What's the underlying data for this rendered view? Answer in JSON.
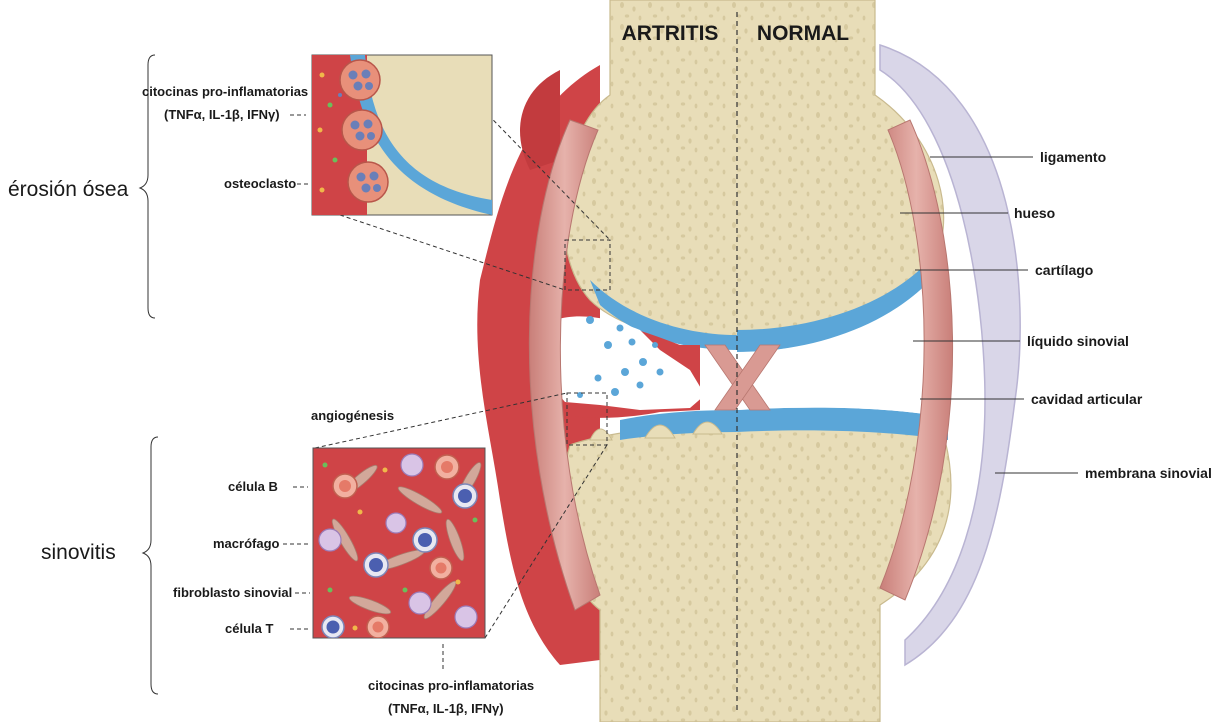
{
  "headers": {
    "left": "ARTRITIS",
    "right": "NORMAL"
  },
  "sections": {
    "erosion": "érosión ósea",
    "sinovitis": "sinovitis"
  },
  "top_inset": {
    "cytokines_line1": "citocinas pro-inflamatorias",
    "cytokines_line2": "(TNFα, IL-1β, IFNγ)",
    "osteoclast": "osteoclasto"
  },
  "bottom_inset": {
    "angiogenesis": "angiogénesis",
    "b_cell": "célula B",
    "macrophage": "macrófago",
    "fibroblast": "fibroblasto sinovial",
    "t_cell": "célula T",
    "cytokines_line1": "citocinas pro-inflamatorias",
    "cytokines_line2": "(TNFα, IL-1β, IFNγ)"
  },
  "right_labels": {
    "ligament": "ligamento",
    "bone": "hueso",
    "cartilage": "cartílago",
    "synovial_fluid": "líquido sinovial",
    "joint_cavity": "cavidad articular",
    "synovial_membrane": "membrana sinovial"
  },
  "colors": {
    "bone": "#e8ddb8",
    "bone_spots": "#d4c69c",
    "cartilage": "#5ba6d8",
    "cartilage_light": "#b8d6ee",
    "synovium_inflamed": "#cf4447",
    "ligament": "#d99a93",
    "capsule": "#d9d6e8"
  }
}
